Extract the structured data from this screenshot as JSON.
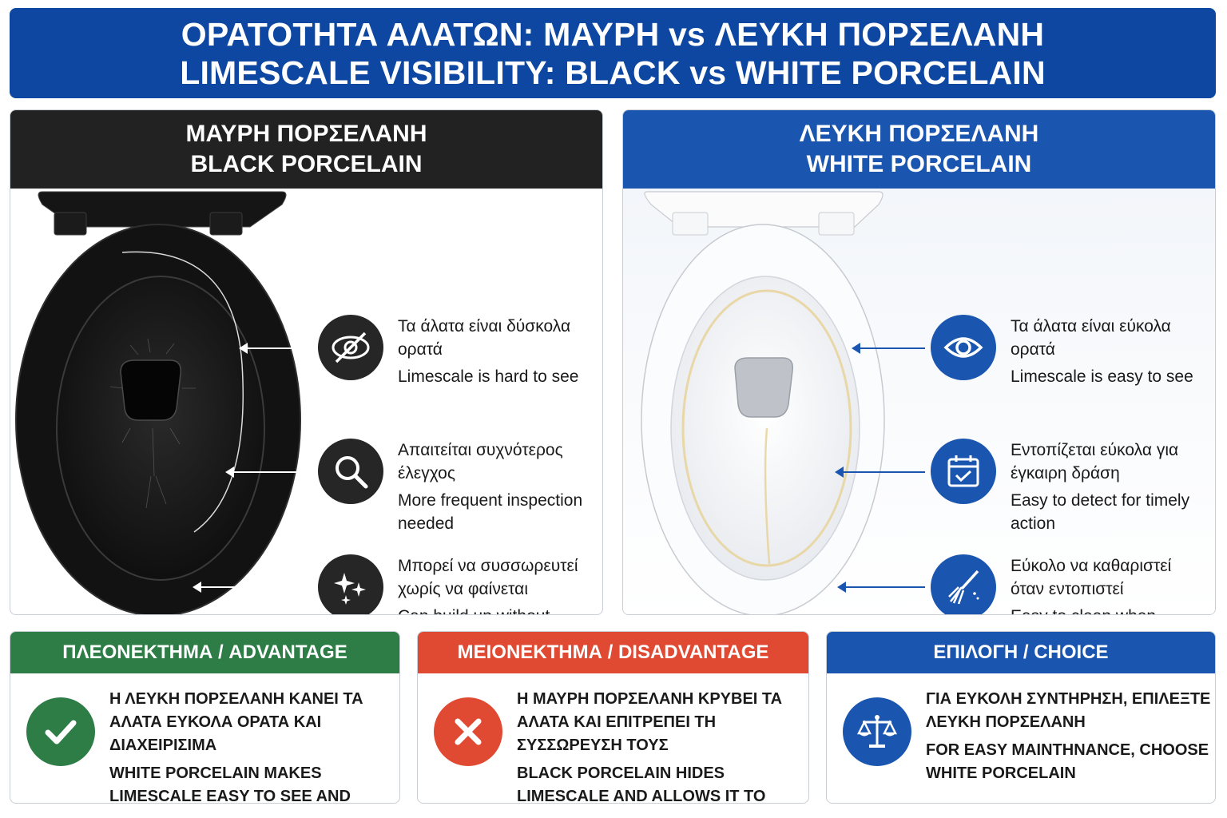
{
  "header": {
    "title_gr": "ΟΡΑΤΟΤΗΤΑ ΑΛΑΤΩΝ: ΜΑΥΡΗ vs ΛΕΥΚΗ ΠΟΡΣΕΛΑΝΗ",
    "title_en": "LIMESCALE VISIBILITY: BLACK vs WHITE PORCELAIN"
  },
  "black_panel": {
    "title_gr": "ΜΑΥΡΗ ΠΟΡΣΕΛΑΝΗ",
    "title_en": "BLACK PORCELAIN",
    "features": [
      {
        "icon": "eye-slash-icon",
        "gr": "Τα άλατα είναι δύσκολα ορατά",
        "en": "Limescale is hard to see"
      },
      {
        "icon": "magnifier-icon",
        "gr": "Απαιτείται συχνότερος έλεγχος",
        "en": "More frequent inspection needed"
      },
      {
        "icon": "sparkles-icon",
        "gr": "Μπορεί να συσσωρευτεί χωρίς να φαίνεται",
        "en": "Can build up without being visible"
      }
    ]
  },
  "white_panel": {
    "title_gr": "ΛΕΥΚΗ ΠΟΡΣΕΛΑΝΗ",
    "title_en": "WHITE PORCELAIN",
    "features": [
      {
        "icon": "eye-icon",
        "gr": "Τα άλατα είναι εύκολα ορατά",
        "en": "Limescale is easy to see"
      },
      {
        "icon": "calendar-check-icon",
        "gr": "Εντοπίζεται εύκολα για έγκαιρη δράση",
        "en": "Easy to detect for timely action"
      },
      {
        "icon": "cleaning-brush-icon",
        "gr": "Εύκολο να καθαριστεί όταν εντοπιστεί",
        "en": "Easy to clean when detected"
      }
    ]
  },
  "cards": {
    "advantage": {
      "title": "ΠΛΕΟΝΕΚΤΗΜΑ / ADVANTAGE",
      "icon": "check-icon",
      "gr": "Η ΛΕΥΚΗ ΠΟΡΣΕΛΑΝΗ ΚΑΝΕΙ ΤΑ ΑΛΑΤΑ ΕΥΚΟΛΑ ΟΡΑΤΑ ΚΑΙ ΔΙΑΧΕΙΡΙΣΙΜΑ",
      "en": "WHITE PORCELAIN MAKES LIMESCALE EASY TO SEE AND MANAGE",
      "color": "#2e7d46"
    },
    "disadvantage": {
      "title": "ΜΕΙΟΝΕΚΤΗΜΑ / DISADVANTAGE",
      "icon": "x-icon",
      "gr": "Η ΜΑΥΡΗ ΠΟΡΣΕΛΑΝΗ ΚΡΥΒΕΙ ΤΑ ΑΛΑΤΑ ΚΑΙ ΕΠΙΤΡΕΠΕΙ ΤΗ ΣΥΣΣΩΡΕΥΣΗ ΤΟΥΣ",
      "en": "BLACK PORCELAIN HIDES LIMESCALE AND ALLOWS IT TO BUILD UP",
      "color": "#e04a33"
    },
    "choice": {
      "title": "ΕΠΙΛΟΓΗ / CHOICE",
      "icon": "scales-icon",
      "gr": "ΓΙΑ ΕΥΚΟΛΗ ΣΥΝΤΗΡΗΣΗ, ΕΠΙΛΕΞΤΕ ΛΕΥΚΗ ΠΟΡΣΕΛΑΝΗ",
      "en": "FOR EASY MAINTHNANCE, CHOOSE WHITE PORCELAIN",
      "color": "#1a56b0"
    }
  },
  "colors": {
    "header_blue": "#0d47a1",
    "black_panel": "#222222",
    "white_panel": "#1a56b0",
    "limescale": "#e8d29a"
  }
}
